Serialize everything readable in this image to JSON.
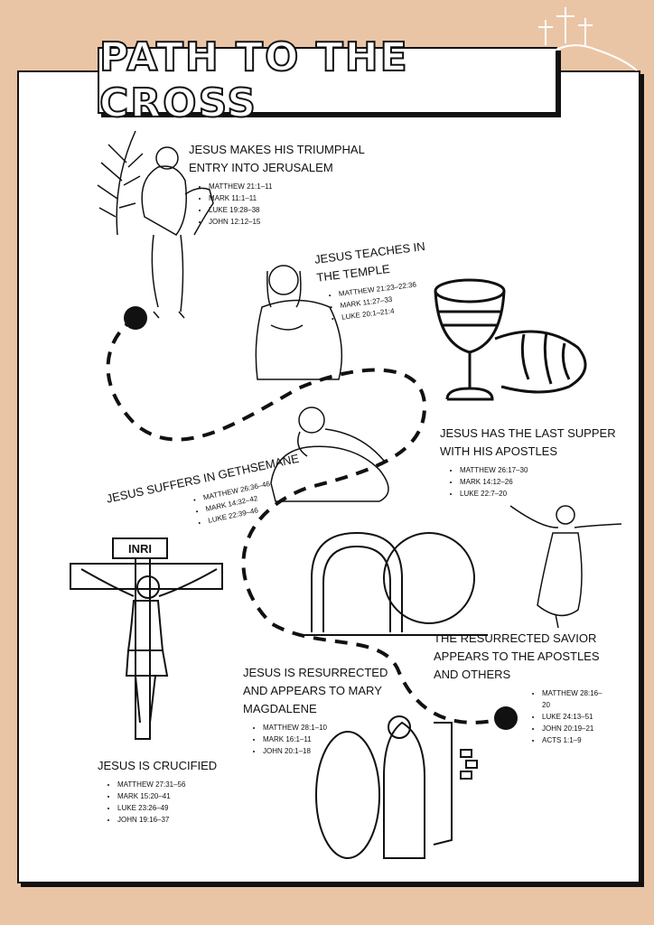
{
  "title": "PATH TO THE CROSS",
  "events": [
    {
      "id": "triumphal",
      "heading": "JESUS MAKES HIS TRIUMPHAL ENTRY INTO JERUSALEM",
      "refs": [
        "MATTHEW 21:1–11",
        "MARK 11:1–11",
        "LUKE 19:28–38",
        "JOHN 12:12–15"
      ]
    },
    {
      "id": "temple",
      "heading": "JESUS TEACHES IN THE TEMPLE",
      "refs": [
        "MATTHEW 21:23–22:36",
        "MARK 11:27–33",
        "LUKE 20:1–21:4"
      ]
    },
    {
      "id": "supper",
      "heading": "JESUS HAS THE LAST SUPPER WITH HIS APOSTLES",
      "refs": [
        "MATTHEW 26:17–30",
        "MARK 14:12–26",
        "LUKE 22:7–20"
      ]
    },
    {
      "id": "gethsemane",
      "heading": "JESUS SUFFERS IN GETHSEMANE",
      "refs": [
        "MATTHEW 26:36–46",
        "MARK 14:32–42",
        "LUKE 22:39–46"
      ]
    },
    {
      "id": "crucified",
      "heading": "JESUS IS CRUCIFIED",
      "refs": [
        "MATTHEW 27:31–56",
        "MARK 15:20–41",
        "LUKE 23:26–49",
        "JOHN 19:16–37"
      ]
    },
    {
      "id": "resurrected",
      "heading": "JESUS IS RESURRECTED AND APPEARS TO MARY MAGDALENE",
      "refs": [
        "MATTHEW 28:1–10",
        "MARK 16:1–11",
        "JOHN 20:1–18"
      ]
    },
    {
      "id": "appears",
      "heading": "THE RESURRECTED SAVIOR APPEARS TO THE APOSTLES AND OTHERS",
      "refs": [
        "MATTHEW 28:16–20",
        "LUKE 24:13–51",
        "JOHN 20:19–21",
        "ACTS 1:1–9"
      ]
    }
  ],
  "cross_sign": "INRI"
}
